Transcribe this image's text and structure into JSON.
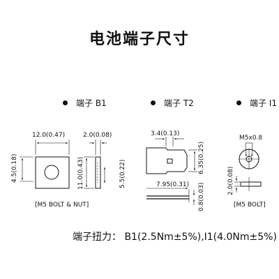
{
  "title": "电池端子尺寸",
  "terminals": [
    {
      "header": "端子 B1",
      "dims": {
        "width": "12.0(0.47)",
        "height": "4.5(0.18)",
        "thickness": "2.0(0.08)",
        "side_height": "11.0(0.43)",
        "slot": "5.5(0.22)"
      },
      "caption": "[M5 BOLT & NUT]"
    },
    {
      "header": "端子 T2",
      "dims": {
        "tab_width": "3.4(0.13)",
        "height": "6.35(0.25)",
        "length": "7.95(0.31)",
        "thickness": "0.8(0.03)"
      }
    },
    {
      "header": "端子 I1",
      "dims": {
        "thread": "M5x0.8",
        "thickness": "2.0(0.08)"
      },
      "caption": "[M5 BOLT]"
    }
  ],
  "torque": "端子扭力： B1(2.5Nm±5%),I1(4.0Nm±5%)"
}
